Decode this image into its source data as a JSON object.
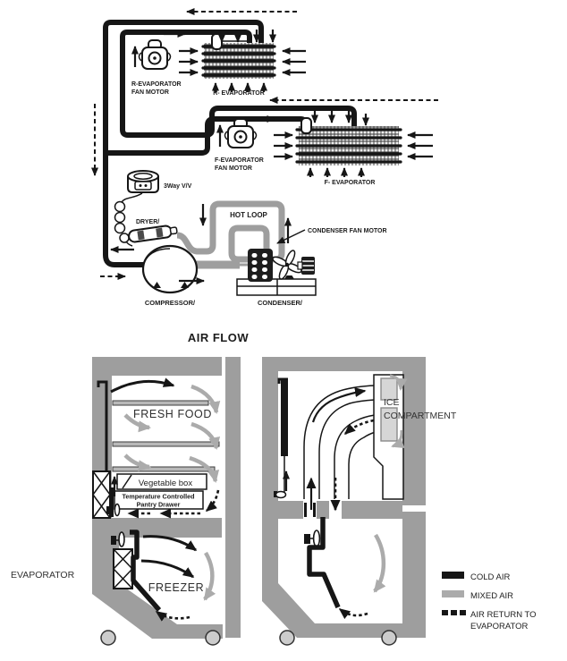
{
  "cycle": {
    "r_evap_fan_line1": "R-EVAPORATOR",
    "r_evap_fan_line2": "FAN MOTOR",
    "r_evap_label": "R- EVAPORATOR",
    "f_evap_fan_line1": "F-EVAPORATOR",
    "f_evap_fan_line2": "FAN MOTOR",
    "f_evap_label": "F- EVAPORATOR",
    "valve_label": "3Way V/V",
    "dryer_label": "DRYER/",
    "hot_loop_label": "HOT LOOP",
    "condenser_fan_label": "CONDENSER FAN MOTOR",
    "compressor_label": "COMPRESSOR/",
    "condenser_label": "CONDENSER/"
  },
  "airflow": {
    "title": "AIR FLOW",
    "fresh_food_label": "FRESH FOOD",
    "vegetable_box_label": "Vegetable box",
    "pantry_line1": "Temperature Controlled",
    "pantry_line2": "Pantry Drawer",
    "evaporator_label": "EVAPORATOR",
    "freezer_label": "FREEZER",
    "ice_line1": "ICE",
    "ice_line2": "COMPARTMENT"
  },
  "legend": {
    "cold_air": "COLD AIR",
    "mixed_air": "MIXED AIR",
    "air_return_line1": "AIR RETURN TO",
    "air_return_line2": "EVAPORATOR"
  },
  "colors": {
    "cold_air_black": "#161616",
    "mixed_air_gray": "#ababab",
    "cabinet_gray": "#9e9e9e"
  }
}
